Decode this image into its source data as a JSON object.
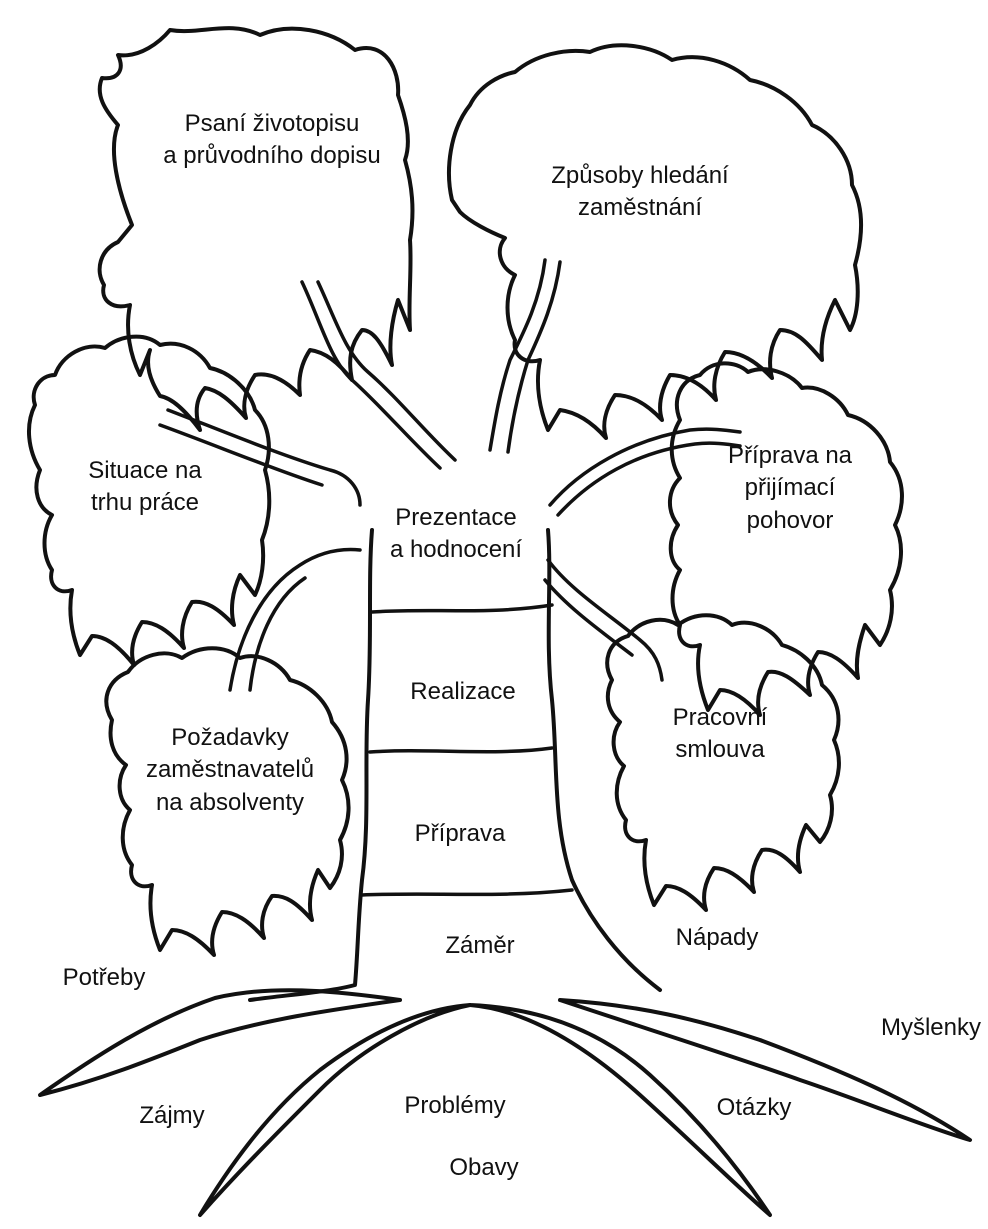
{
  "canopy": {
    "resume": [
      "Psaní životopisu",
      "a průvodního dopisu"
    ],
    "jobsearch": [
      "Způsoby hledání",
      "zaměstnání"
    ],
    "market": [
      "Situace na",
      "trhu práce"
    ],
    "interview": [
      "Příprava na",
      "přijímací",
      "pohovor"
    ],
    "presentation": [
      "Prezentace",
      "a hodnocení"
    ],
    "employers": [
      "Požadavky",
      "zaměstnavatelů",
      "na absolventy"
    ],
    "contract": [
      "Pracovní",
      "smlouva"
    ]
  },
  "trunk": {
    "realization": "Realizace",
    "preparation": "Příprava",
    "intent": "Záměr"
  },
  "roots": {
    "needs": "Potřeby",
    "ideas": "Nápady",
    "thoughts": "Myšlenky",
    "interests": "Zájmy",
    "problems": "Problémy",
    "questions": "Otázky",
    "fears": "Obavy"
  }
}
